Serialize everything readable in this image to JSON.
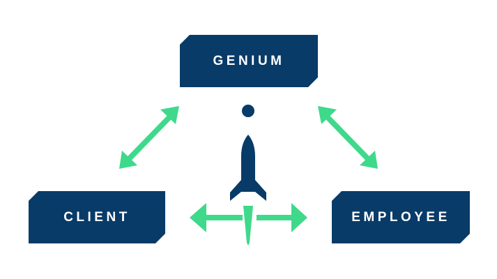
{
  "diagram": {
    "nodes": {
      "top": {
        "label": "GENIUM"
      },
      "left": {
        "label": "CLIENT"
      },
      "right": {
        "label": "EMPLOYEE"
      }
    },
    "center_icon": "rocket-with-dot-icon",
    "connectors": [
      {
        "from": "GENIUM",
        "to": "CLIENT",
        "direction": "bidirectional"
      },
      {
        "from": "GENIUM",
        "to": "EMPLOYEE",
        "direction": "bidirectional"
      },
      {
        "from": "CLIENT",
        "to": "EMPLOYEE",
        "direction": "bidirectional"
      }
    ]
  },
  "colors": {
    "box_fill": "#083b68",
    "arrow": "#3fd98b",
    "label_text": "#ffffff",
    "background": "#ffffff"
  }
}
